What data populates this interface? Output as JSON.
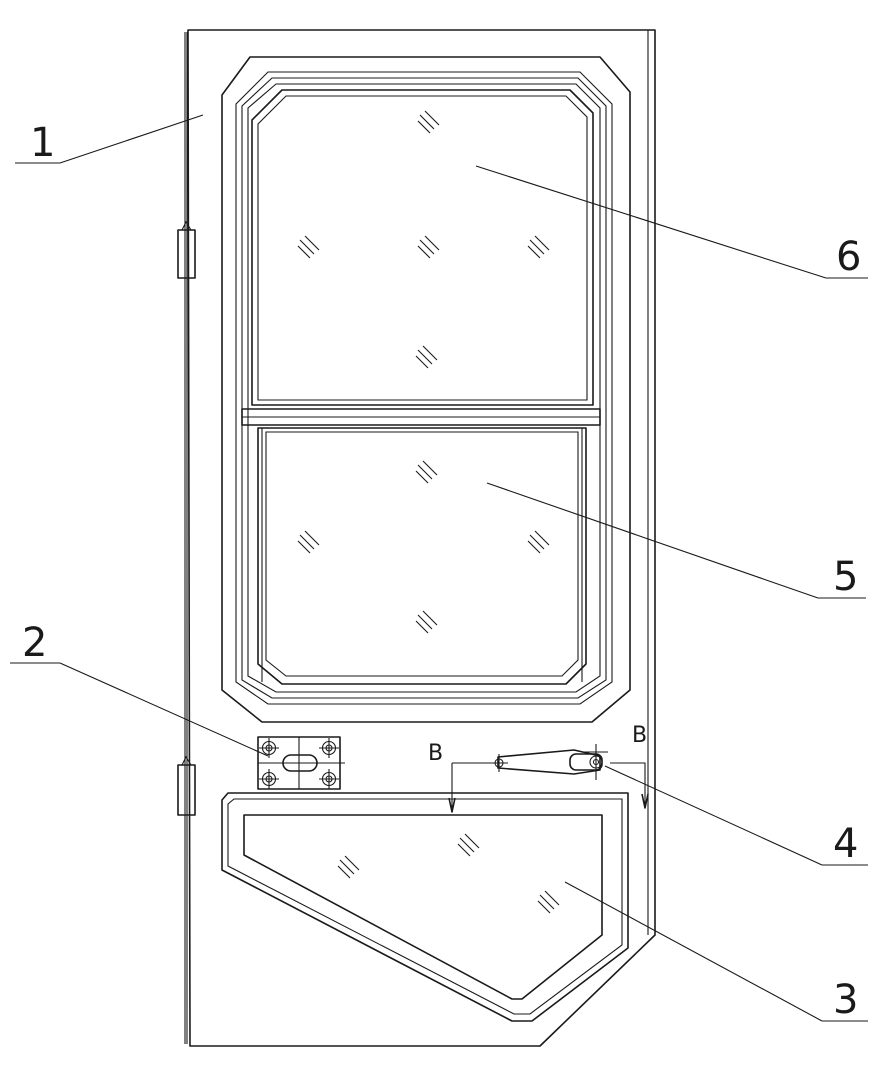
{
  "callouts": [
    "1",
    "2",
    "3",
    "4",
    "5",
    "6"
  ],
  "section_marker": "B"
}
